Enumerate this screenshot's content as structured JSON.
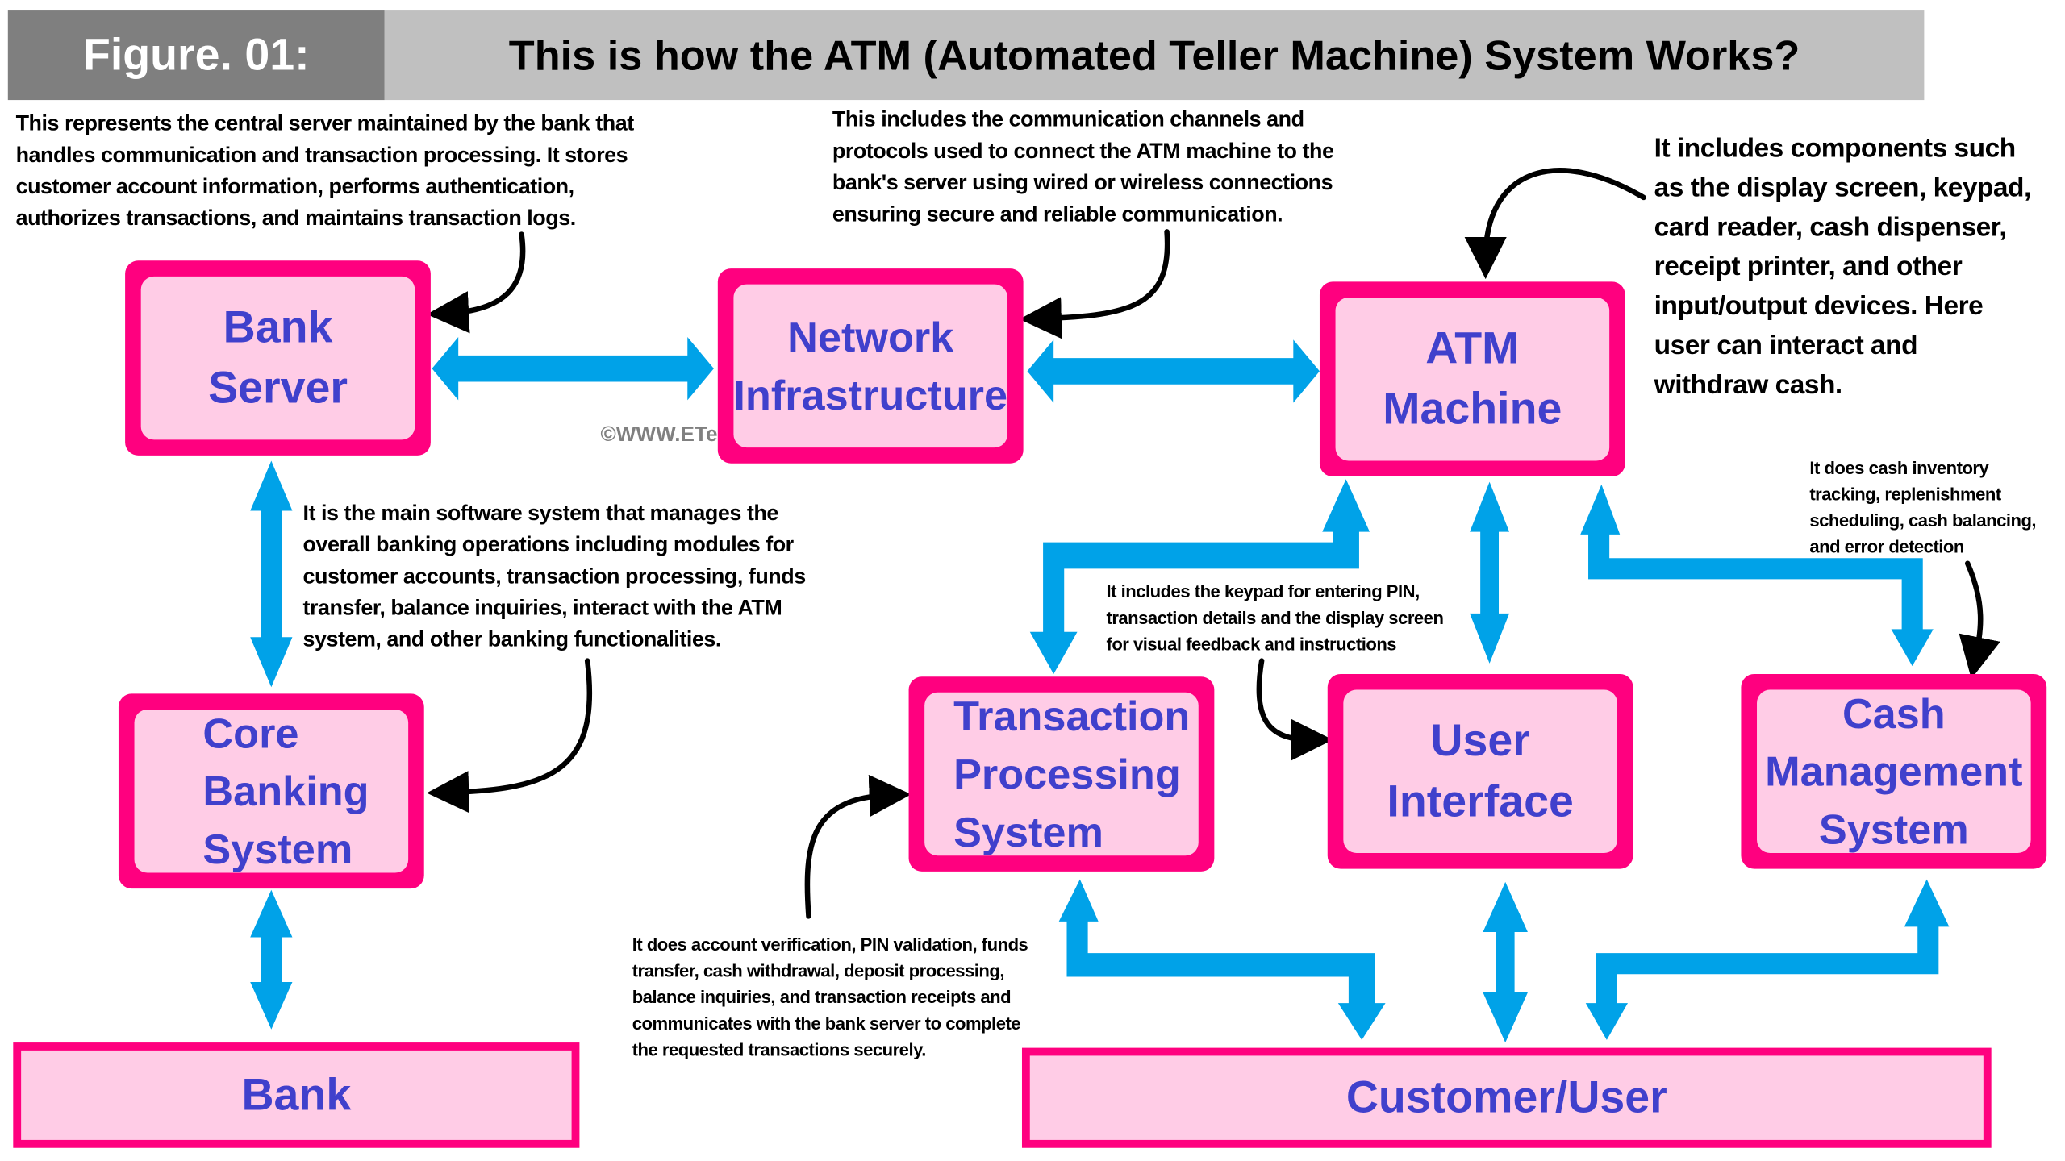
{
  "header": {
    "figure_label": "Figure. 01:",
    "title": "This is how the ATM (Automated Teller Machine) System Works?"
  },
  "watermark": "©WWW.ETechnoG.COM",
  "colors": {
    "box_border": "#ff007f",
    "box_fill": "#ffcce6",
    "box_text": "#4040cc",
    "arrow": "#00a2e8",
    "callout_arrow": "#000000"
  },
  "nodes": {
    "bank_server": [
      "Bank",
      "Server"
    ],
    "network_infrastructure": [
      "Network",
      "Infrastructure"
    ],
    "atm_machine": [
      "ATM",
      "Machine"
    ],
    "core_banking_system": [
      "Core",
      "Banking",
      "System"
    ],
    "transaction_processing_system": [
      "Transaction",
      "Processing",
      "System"
    ],
    "user_interface": [
      "User",
      "Interface"
    ],
    "cash_management_system": [
      "Cash",
      "Management",
      "System"
    ],
    "bank": "Bank",
    "customer_user": "Customer/User"
  },
  "notes": {
    "bank_server": [
      "This represents the central server maintained by the bank that",
      "handles communication and transaction processing. It stores",
      "customer account information, performs authentication,",
      "authorizes transactions, and maintains transaction logs."
    ],
    "network_infrastructure": [
      "This includes the communication channels and",
      "protocols used to connect the ATM machine to the",
      "bank's server using wired or wireless connections",
      "ensuring secure and reliable communication."
    ],
    "atm_machine": [
      "It includes components such",
      "as the display screen, keypad,",
      "card reader, cash dispenser,",
      "receipt printer, and other",
      "input/output devices. Here",
      "user can interact and",
      "withdraw cash."
    ],
    "core_banking_system": [
      "It is the main software system that manages the",
      "overall banking operations including modules for",
      "customer accounts, transaction processing, funds",
      "transfer, balance inquiries, interact with the ATM",
      "system, and other banking functionalities."
    ],
    "user_interface": [
      "It includes the keypad for entering PIN,",
      "transaction details and the display screen",
      "for visual feedback and instructions"
    ],
    "cash_management_system": [
      "It does cash inventory",
      "tracking, replenishment",
      "scheduling, cash balancing,",
      "and error detection"
    ],
    "transaction_processing_system": [
      "It does account verification, PIN validation, funds",
      "transfer, cash withdrawal, deposit processing,",
      "balance inquiries, and transaction receipts and",
      "communicates with the bank server to complete",
      "the requested transactions securely."
    ]
  },
  "connections": [
    {
      "from": "Bank Server",
      "to": "Network Infrastructure",
      "direction": "bidirectional"
    },
    {
      "from": "Network Infrastructure",
      "to": "ATM Machine",
      "direction": "bidirectional"
    },
    {
      "from": "Bank Server",
      "to": "Core Banking System",
      "direction": "bidirectional"
    },
    {
      "from": "Core Banking System",
      "to": "Bank",
      "direction": "bidirectional"
    },
    {
      "from": "ATM Machine",
      "to": "Transaction Processing System",
      "direction": "bidirectional"
    },
    {
      "from": "ATM Machine",
      "to": "User Interface",
      "direction": "bidirectional"
    },
    {
      "from": "ATM Machine",
      "to": "Cash Management System",
      "direction": "bidirectional"
    },
    {
      "from": "Transaction Processing System",
      "to": "Customer/User",
      "direction": "bidirectional"
    },
    {
      "from": "User Interface",
      "to": "Customer/User",
      "direction": "bidirectional"
    },
    {
      "from": "Cash Management System",
      "to": "Customer/User",
      "direction": "bidirectional"
    }
  ]
}
